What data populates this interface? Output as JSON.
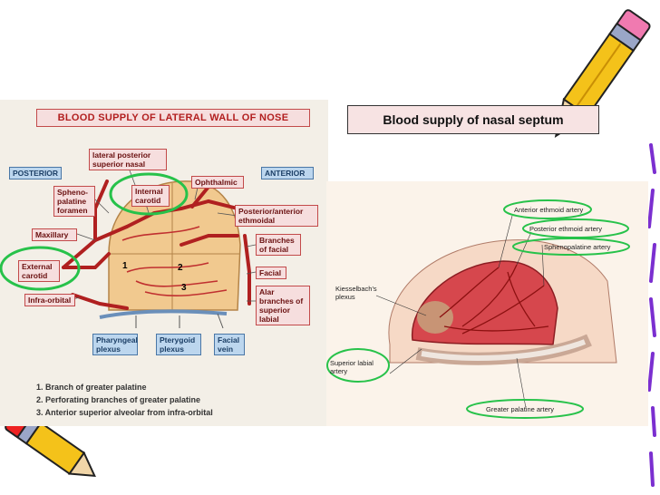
{
  "left": {
    "title": "BLOOD SUPPLY OF LATERAL WALL OF NOSE",
    "posterior": "POSTERIOR",
    "anterior": "ANTERIOR",
    "labels": {
      "lateral_posterior": "lateral posterior superior nasal",
      "spheno_palatine": "Spheno-palatine foramen",
      "internal_carotid": "Internal carotid",
      "ophthalmic": "Ophthalmic",
      "post_ant_ethmoidal": "Posterior/anterior ethmoidal",
      "maxillary": "Maxillary",
      "branches_facial": "Branches of facial",
      "external_carotid": "External carotid",
      "facial": "Facial",
      "infra_orbital": "Infra-orbital",
      "alar_branches": "Alar branches of superior labial",
      "pharyngeal_plexus": "Pharyngeal plexus",
      "pterygoid_plexus": "Pterygoid plexus",
      "facial_vein": "Facial vein"
    },
    "numbers": {
      "one": "1",
      "two": "2",
      "three": "3"
    },
    "legend": [
      "1. Branch of greater palatine",
      "2. Perforating branches of greater palatine",
      "3. Anterior superior alveolar from infra-orbital"
    ]
  },
  "right": {
    "title": "Blood supply of nasal septum",
    "labels": {
      "anterior_ethmoid": "Anterior ethmoid artery",
      "posterior_ethmoid": "Posterior ethmoid artery",
      "sphenopalatine": "Sphenopalatine artery",
      "kiesselbach": "Kiesselbach's plexus",
      "superior_labial": "Superior labial artery",
      "greater_palatine": "Greater palatine artery"
    }
  },
  "colors": {
    "highlight": "#27c24a",
    "vessel": "#b02020",
    "label_bg": "#f6dede",
    "vein_bg": "#bcd6ee"
  }
}
